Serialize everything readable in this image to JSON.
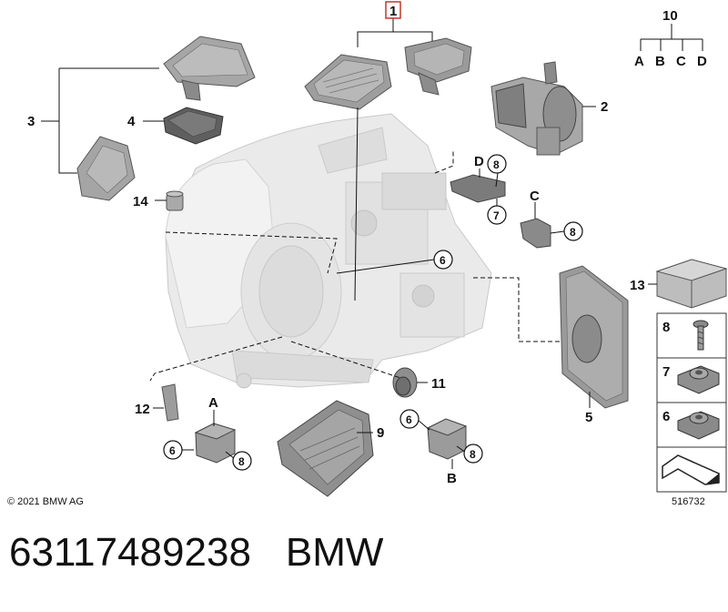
{
  "labels": {
    "p1": "1",
    "p2": "2",
    "p3": "3",
    "p4": "4",
    "p5": "5",
    "p9": "9",
    "p10": "10",
    "p11": "11",
    "p12": "12",
    "p13": "13",
    "p14": "14",
    "A": "A",
    "B": "B",
    "C": "C",
    "D": "D",
    "tree_a": "A",
    "tree_b": "B",
    "tree_c": "C",
    "tree_d": "D",
    "c6": "6",
    "c7": "7",
    "c8": "8",
    "legend8": "8",
    "legend7": "7",
    "legend6": "6"
  },
  "copyright": "© 2021 BMW AG",
  "diagram_number": "516732",
  "footer": {
    "part_number": "63117489238",
    "brand": "BMW"
  }
}
